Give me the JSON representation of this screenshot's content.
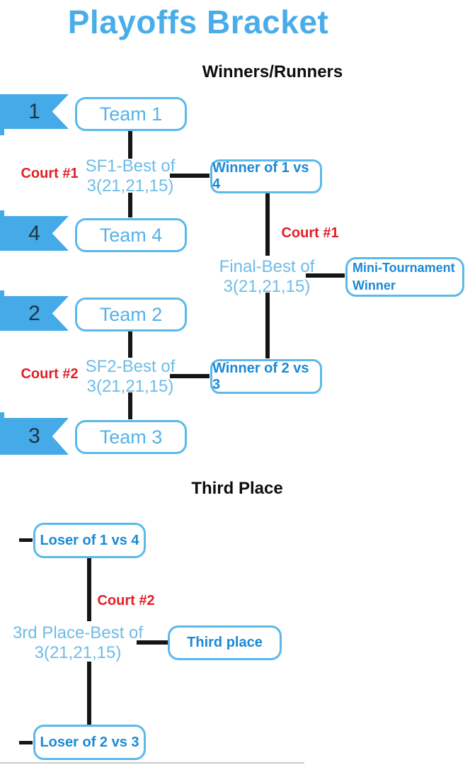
{
  "title": "Playoffs Bracket",
  "sections": {
    "winners_heading": "Winners/Runners",
    "third_heading": "Third Place"
  },
  "seeds": [
    "1",
    "4",
    "2",
    "3"
  ],
  "teams": [
    "Team 1",
    "Team 4",
    "Team 2",
    "Team 3"
  ],
  "labels": {
    "sf1_line1": "SF1-Best of",
    "sf1_line2": "3(21,21,15)",
    "sf2_line1": "SF2-Best of",
    "sf2_line2": "3(21,21,15)",
    "final_line1": "Final-Best of",
    "final_line2": "3(21,21,15)",
    "third_line1": "3rd Place-Best of",
    "third_line2": "3(21,21,15)",
    "court1": "Court #1",
    "court2": "Court #2"
  },
  "boxes": {
    "winner_1v4": "Winner of 1 vs 4",
    "winner_2v3": "Winner of 2 vs 3",
    "champion_line1": "Mini-Tournament",
    "champion_line2": "Winner",
    "loser_1v4": "Loser of 1 vs 4",
    "loser_2v3": "Loser of 2 vs 3",
    "third_place": "Third place"
  },
  "colors": {
    "accent_blue": "#45aae8",
    "box_border_blue": "#5bb9e9",
    "light_text_blue": "#6fbce7",
    "bold_text_blue": "#1a89d6",
    "court_red": "#e01f26",
    "line_black": "#151515"
  }
}
